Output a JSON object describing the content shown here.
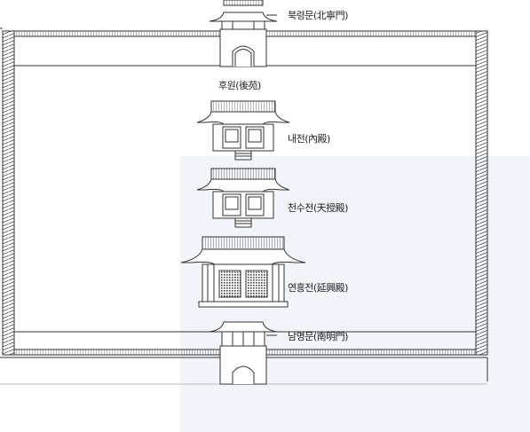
{
  "labels": {
    "north_gate": "북령문(北寧門)",
    "garden": "후원(後苑)",
    "inner_hall": "내전(內殿)",
    "cheonsu_hall": "천수전(天授殿)",
    "yeonheung_hall": "연흥전(延興殿)",
    "south_gate": "남명문(南明門)"
  }
}
